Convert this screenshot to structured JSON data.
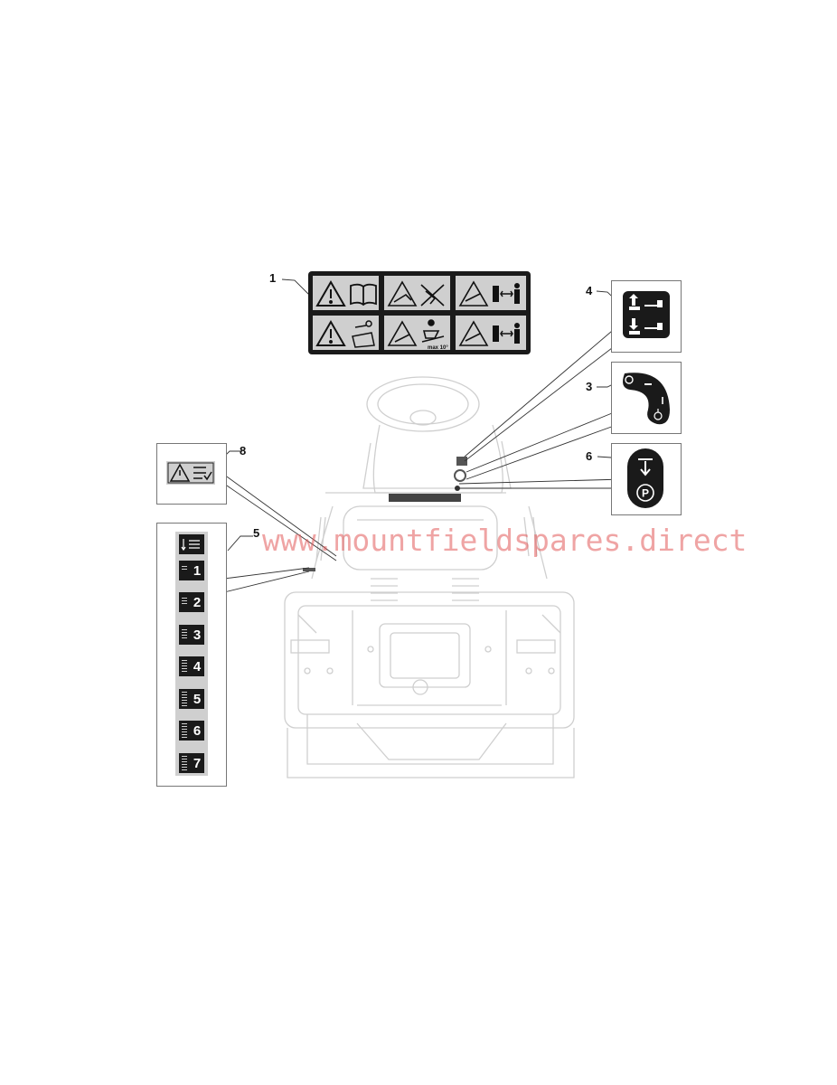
{
  "callouts": {
    "c1": "1",
    "c3": "3",
    "c4": "4",
    "c5": "5",
    "c6": "6",
    "c8": "8"
  },
  "label_max_slope": "max 10°",
  "gear_numbers": [
    "1",
    "2",
    "3",
    "4",
    "5",
    "6",
    "7"
  ],
  "watermark": "www.mountfieldspares.direct",
  "colors": {
    "decal_black": "#1a1a1a",
    "decal_grey": "#cfcfcf",
    "line_faint": "#c8c8c8",
    "watermark": "#e05a5a"
  },
  "icons": [
    "warning-triangle-icon",
    "manual-book-icon",
    "key-remove-icon",
    "thrown-object-icon",
    "no-passenger-icon",
    "slope-tip-icon",
    "keep-distance-icon",
    "choke-icon",
    "throttle-fast-icon",
    "throttle-slow-icon",
    "brake-down-icon",
    "parking-brake-icon"
  ]
}
